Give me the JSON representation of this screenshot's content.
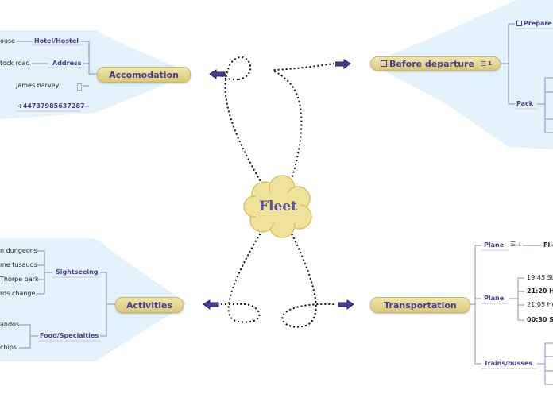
{
  "center": {
    "label": "Fleet"
  },
  "topics": {
    "accomodation": "Accomodation",
    "before_departure": "Before departure",
    "activities": "Activities",
    "transportation": "Transportation"
  },
  "accomodation": {
    "hotel_hostel": "Hotel/Hostel",
    "hotel_value": "ouse",
    "address": "Address",
    "address_value": "tock road",
    "contact_value": "James harvey",
    "phone": "+447379856372​87"
  },
  "before_departure": {
    "prepare": "Prepare",
    "pack": "Pack",
    "checklist_count": "1"
  },
  "activities": {
    "sightseeing": "Sightseeing",
    "sight_items": [
      "n dungeons",
      "me tusauds",
      "Thorpe park",
      "rds change"
    ],
    "food": "Food/Specialties",
    "food_items": [
      "andos",
      " chips"
    ]
  },
  "transportation": {
    "plane1": "Plane",
    "plane1_count": "1",
    "plane1_value": "Flig",
    "plane2": "Plane",
    "times": [
      "19:45 St",
      "21:20 He",
      "21:05 He",
      "00:30 St"
    ],
    "trains": "Trains/busses"
  }
}
